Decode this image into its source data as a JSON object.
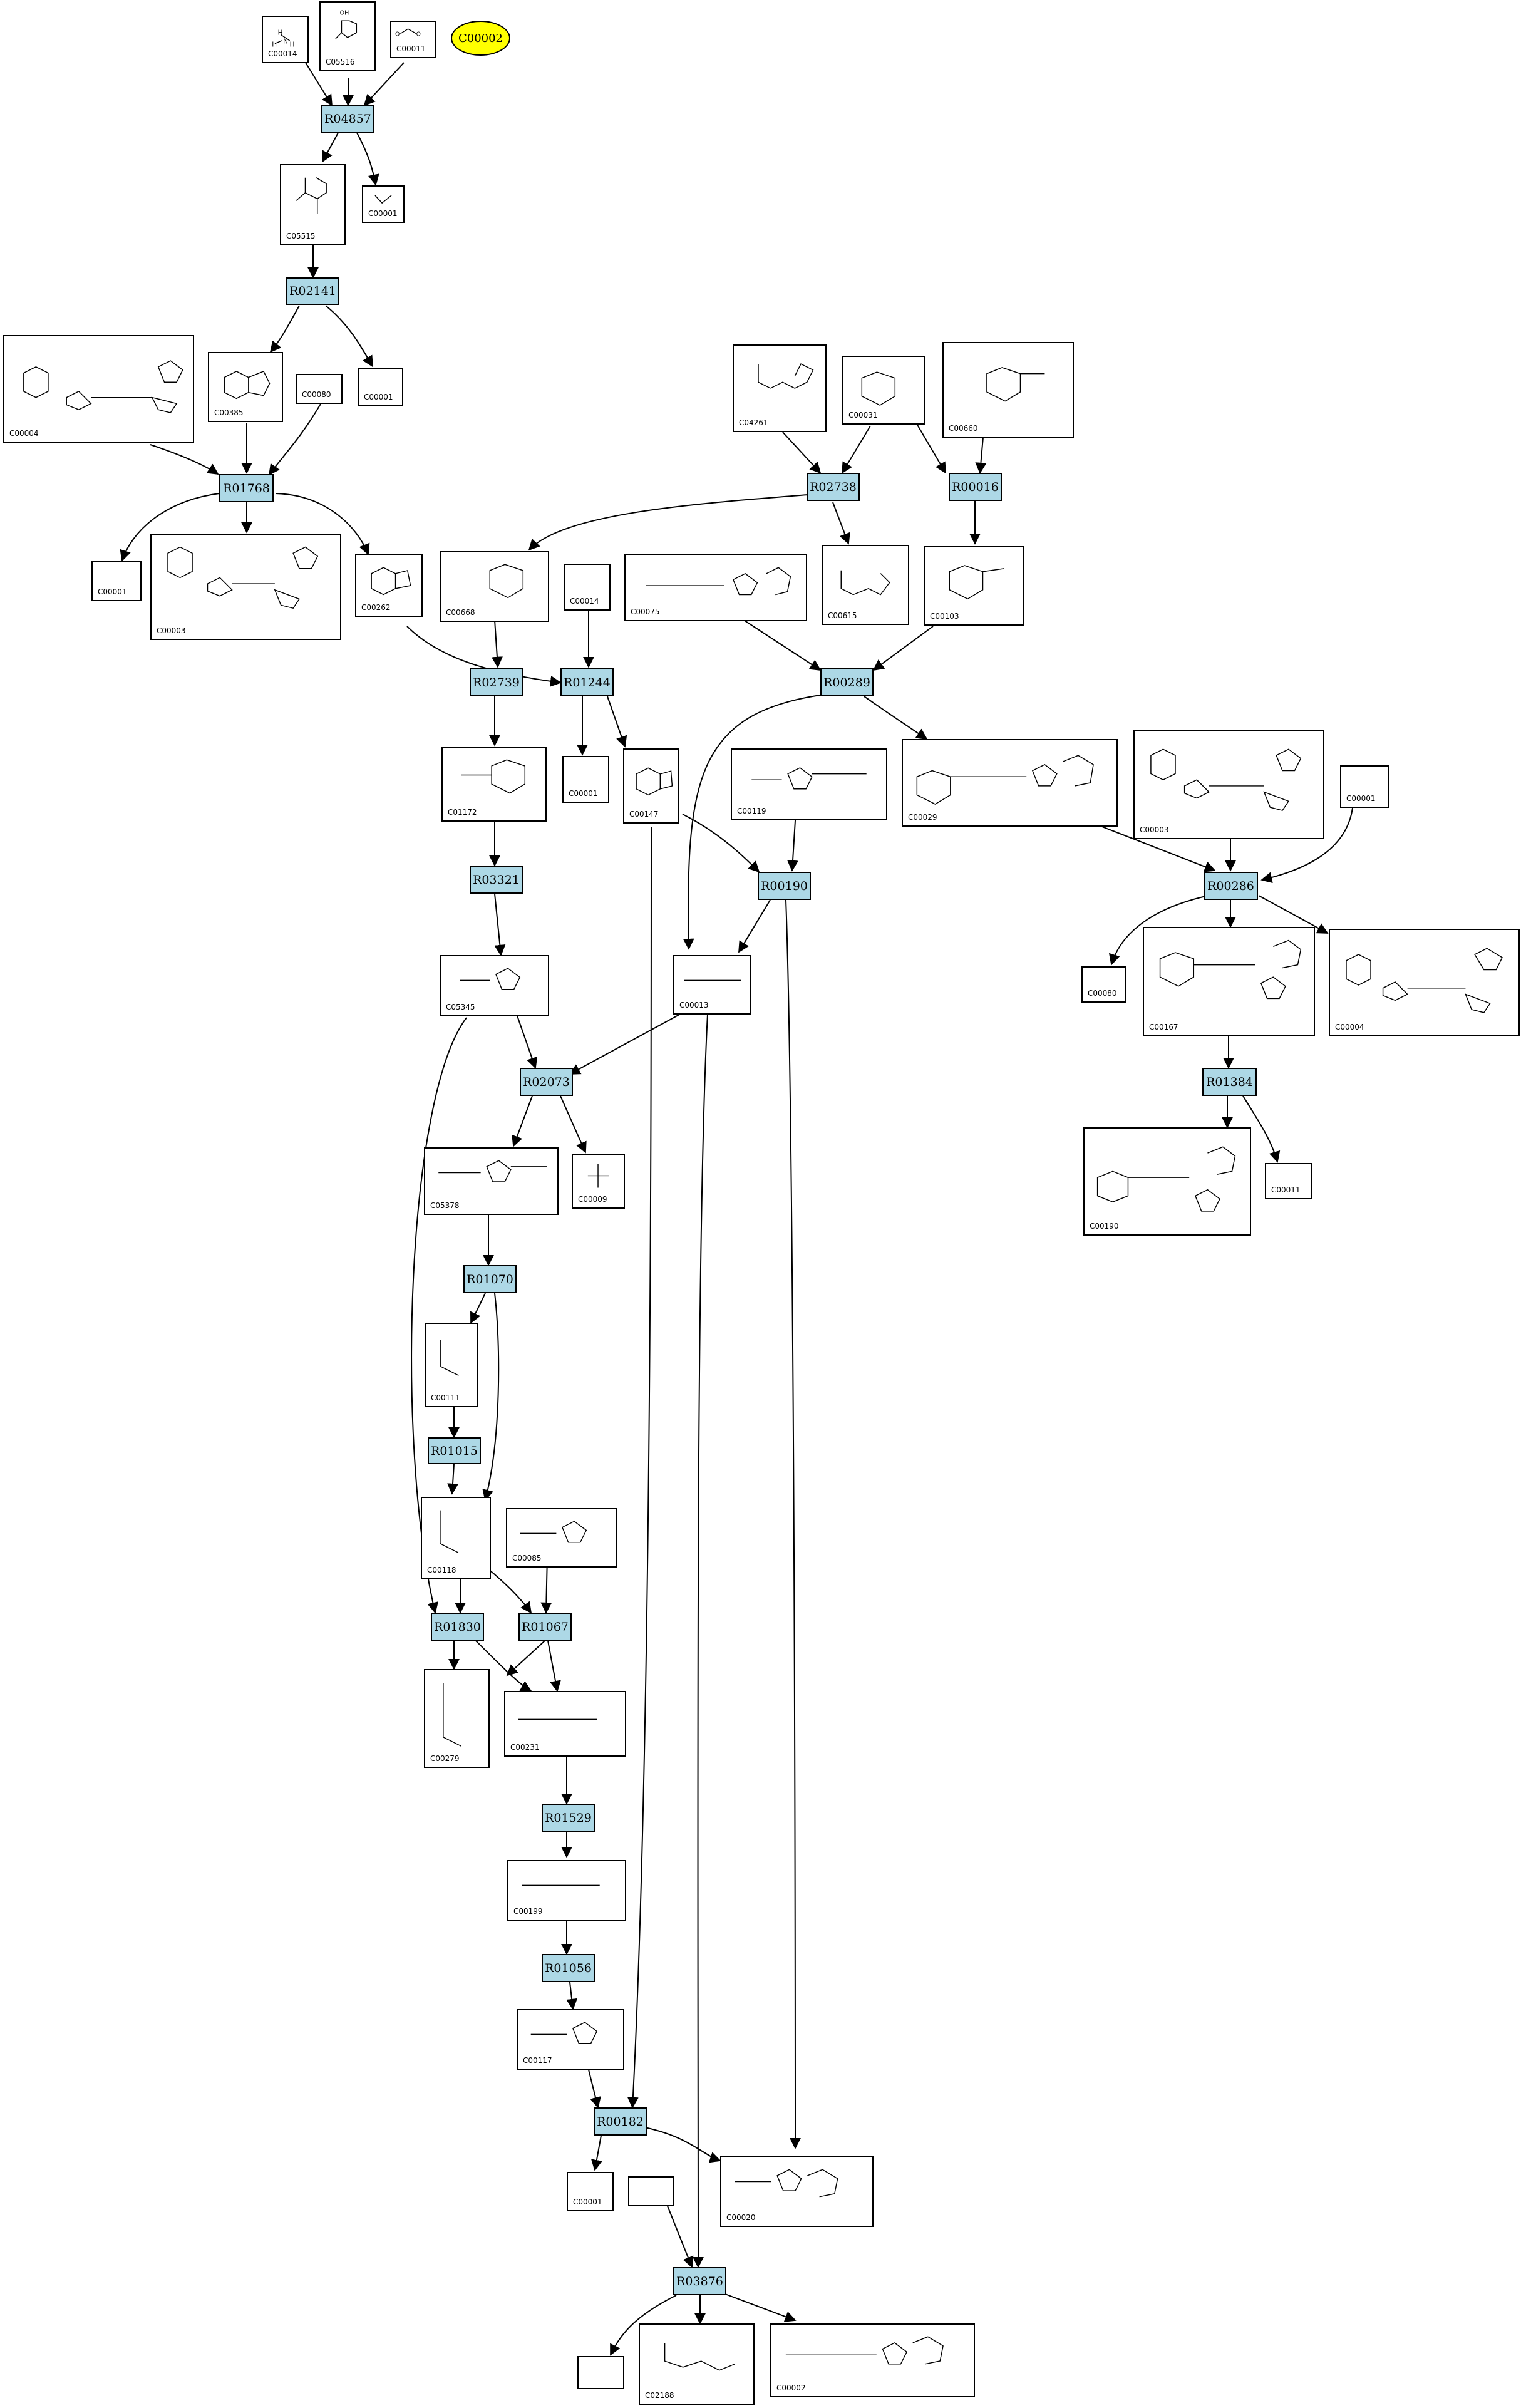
{
  "highlight": {
    "label": "C00002",
    "color": "#ffff00"
  },
  "reaction_color": "#add8e6",
  "reactions": {
    "R04857": "R04857",
    "R02141": "R02141",
    "R01768": "R01768",
    "R02738": "R02738",
    "R00016": "R00016",
    "R02739": "R02739",
    "R01244": "R01244",
    "R00289": "R00289",
    "R03321": "R03321",
    "R00190": "R00190",
    "R00286": "R00286",
    "R02073": "R02073",
    "R01384": "R01384",
    "R01070": "R01070",
    "R01015": "R01015",
    "R01830": "R01830",
    "R01067": "R01067",
    "R01529": "R01529",
    "R01056": "R01056",
    "R00182": "R00182",
    "R03876": "R03876"
  },
  "compounds": {
    "c00014a": "C00014",
    "c05516": "C05516",
    "c00011a": "C00011",
    "c05515": "C05515",
    "c00001a": "C00001",
    "c00004a": "C00004",
    "c00385": "C00385",
    "c00080a": "C00080",
    "c00001b": "C00001",
    "c04261": "C04261",
    "c00031": "C00031",
    "c00660": "C00660",
    "c00001c": "C00001",
    "c00003a": "C00003",
    "c00262": "C00262",
    "c00668": "C00668",
    "c00014b": "C00014",
    "c00075": "C00075",
    "c00615": "C00615",
    "c00103": "C00103",
    "c01172": "C01172",
    "c00001d": "C00001",
    "c00147": "C00147",
    "c00119": "C00119",
    "c00029": "C00029",
    "c00003b": "C00003",
    "c00001e": "C00001",
    "c05345": "C05345",
    "c00013": "C00013",
    "c00080b": "C00080",
    "c00167": "C00167",
    "c00004b": "C00004",
    "c05378": "C05378",
    "c00009": "C00009",
    "c00190": "C00190",
    "c00011b": "C00011",
    "c00111": "C00111",
    "c00118": "C00118",
    "c00085": "C00085",
    "c00279": "C00279",
    "c00231": "C00231",
    "c00199": "C00199",
    "c00117": "C00117",
    "c00001f": "C00001",
    "c00020": "C00020",
    "c02188": "C02188",
    "c00002": "C00002"
  }
}
